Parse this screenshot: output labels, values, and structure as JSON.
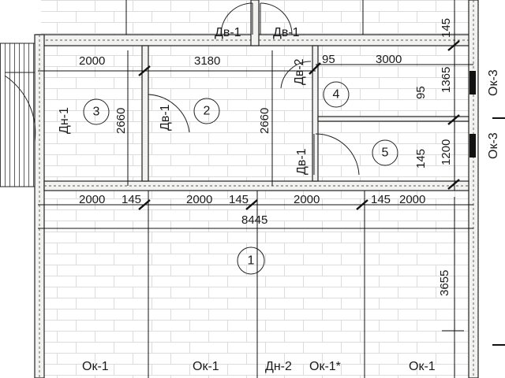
{
  "plan": {
    "overall_width": "8445",
    "room_numbers": [
      "1",
      "2",
      "3",
      "4",
      "5"
    ],
    "doors": {
      "dv1_top_left": "Дв-1",
      "dv1_top_right": "Дв-1",
      "dv2": "Дв-2",
      "dv1_room2": "Дв-1",
      "dv1_room5": "Дв-1",
      "dn1": "Дн-1",
      "dn2": "Дн-2"
    },
    "windows": {
      "ok1_a": "Ок-1",
      "ok1_b": "Ок-1",
      "ok1_star": "Ок-1*",
      "ok1_c": "Ок-1",
      "ok3_a": "Ок-3",
      "ok3_b": "Ок-3"
    },
    "dims": {
      "top_2000": "2000",
      "top_3180": "3180",
      "top_95": "95",
      "top_3000": "3000",
      "right_145_top": "145",
      "v_2660_left": "2660",
      "v_2660_mid": "2660",
      "right_1365": "1365",
      "right_95": "95",
      "right_1200": "1200",
      "right_145": "145",
      "b_2000_1": "2000",
      "b_145_1": "145",
      "b_2000_2": "2000",
      "b_145_2": "145",
      "b_2000_3": "2000",
      "b_145_3": "145",
      "b_2000_4": "2000",
      "right_3655": "3655"
    }
  }
}
